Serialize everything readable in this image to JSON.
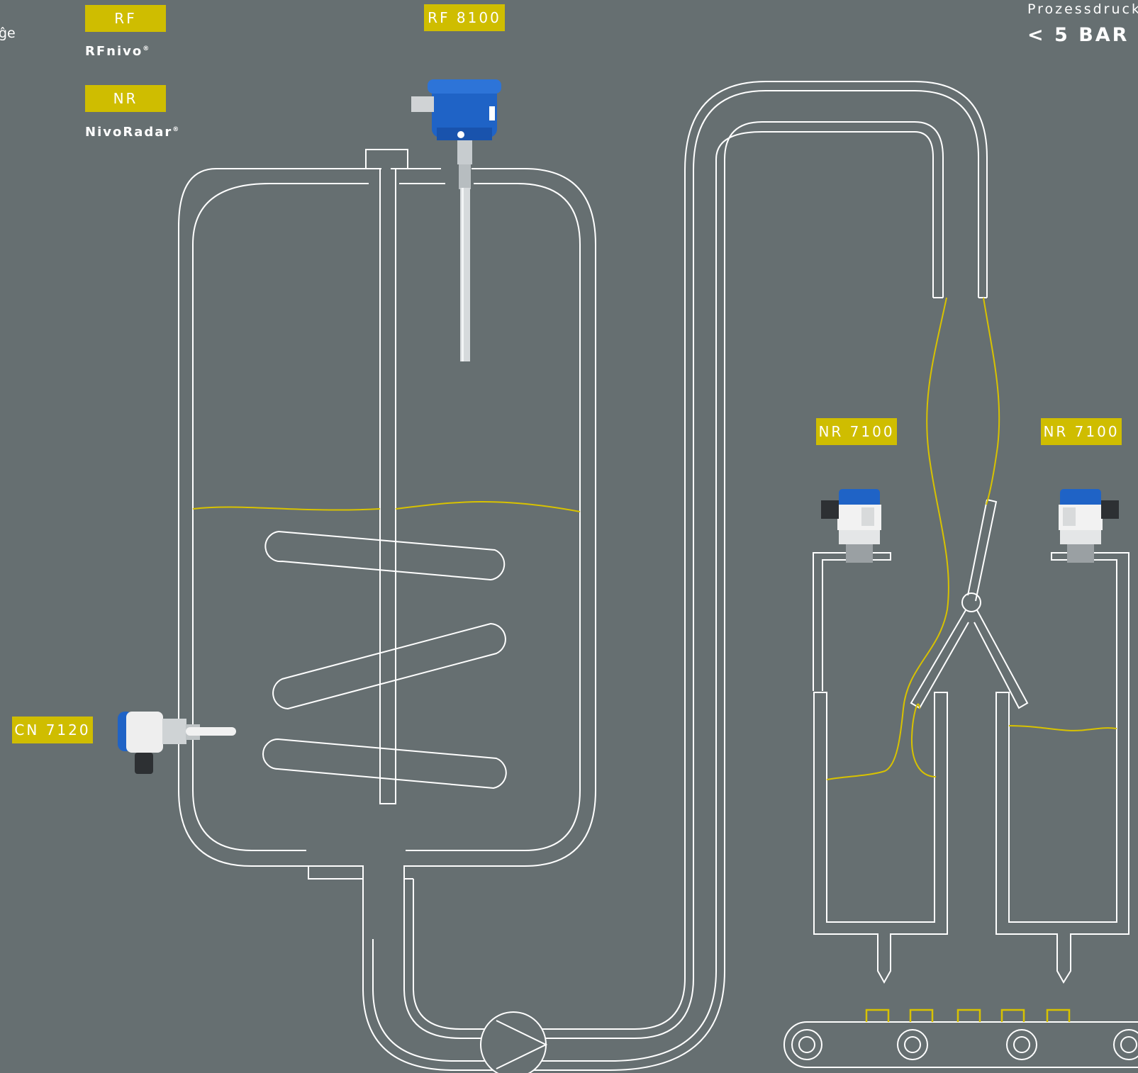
{
  "left_fragment": "ĝe",
  "legend": {
    "items": [
      {
        "code": "RF",
        "name": "RFnivo"
      },
      {
        "code": "NR",
        "name": "NivoRadar"
      }
    ],
    "registered_mark": "®"
  },
  "pressure": {
    "label": "Prozessdruck",
    "value": "< 5 BAR"
  },
  "sensors": {
    "rf": "RF 8100",
    "nr_left": "NR 7100",
    "nr_right": "NR 7100",
    "cn": "CN 7120"
  },
  "colors": {
    "background": "#666f71",
    "tag": "#cfbd00",
    "line": "#ffffff",
    "level": "#d8c200",
    "sensor_cap": "#1f63c6"
  }
}
